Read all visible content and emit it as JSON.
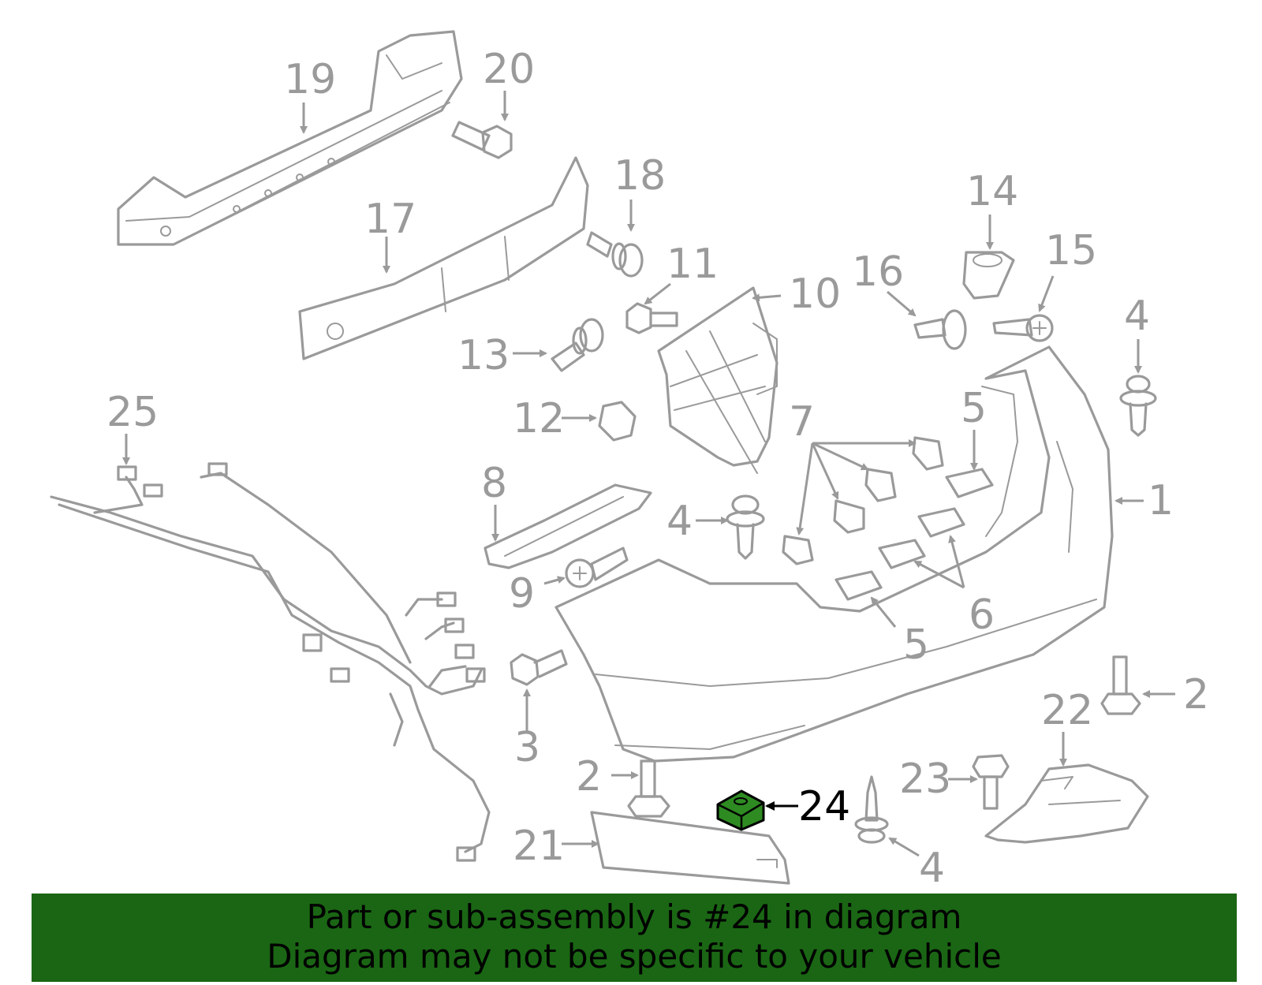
{
  "callouts": {
    "c1": "1",
    "c2a": "2",
    "c2b": "2",
    "c3": "3",
    "c4a": "4",
    "c4b": "4",
    "c4c": "4",
    "c5a": "5",
    "c5b": "5",
    "c6": "6",
    "c7": "7",
    "c8": "8",
    "c9": "9",
    "c10": "10",
    "c11": "11",
    "c12": "12",
    "c13": "13",
    "c14": "14",
    "c15": "15",
    "c16": "16",
    "c17": "17",
    "c18": "18",
    "c19": "19",
    "c20": "20",
    "c21": "21",
    "c22": "22",
    "c23": "23",
    "c24": "24",
    "c25": "25"
  },
  "highlight": {
    "part": "24",
    "color": "#2e8b22"
  },
  "banner": {
    "line1": "Part or sub-assembly is #24 in diagram",
    "line2": "Diagram may not be specific to your vehicle",
    "background": "#1a6614"
  }
}
